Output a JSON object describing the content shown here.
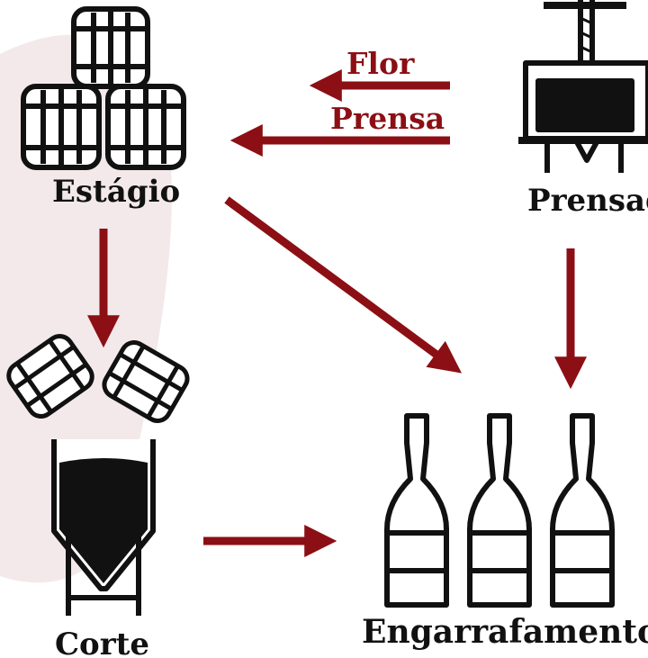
{
  "colors": {
    "arrow": "#8b0f14",
    "ink": "#111111",
    "background_blob": "#f3e9ea"
  },
  "nodes": {
    "estagio": {
      "label": "Estágio",
      "icon": "stacked-barrels-icon"
    },
    "prensagem": {
      "label": "Prensag",
      "icon": "wine-press-icon"
    },
    "barris": {
      "icon": "tilted-barrels-icon"
    },
    "corte": {
      "label": "Corte",
      "icon": "conical-tank-icon"
    },
    "engarrafamento": {
      "label": "Engarrafamento",
      "icon": "three-bottles-icon"
    }
  },
  "arrows": {
    "flor": "Flor",
    "prensa": "Prensa"
  }
}
